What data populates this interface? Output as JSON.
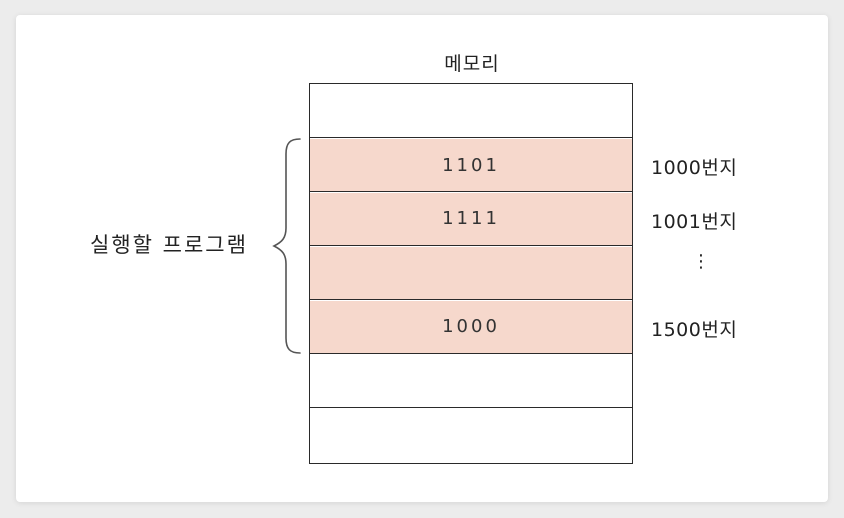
{
  "diagram": {
    "memory_title": "메모리",
    "program_label": "실행할 프로그램",
    "ellipsis": "⋮",
    "cells": [
      {
        "value": "",
        "highlighted": false
      },
      {
        "value": "1101",
        "highlighted": true
      },
      {
        "value": "1111",
        "highlighted": true
      },
      {
        "value": "",
        "highlighted": true
      },
      {
        "value": "1000",
        "highlighted": true
      },
      {
        "value": "",
        "highlighted": false
      },
      {
        "value": "",
        "highlighted": false
      }
    ],
    "addresses": [
      "1000번지",
      "1001번지",
      "1500번지"
    ],
    "colors": {
      "highlight": "#f6d8cc",
      "line": "#2a2a2a"
    }
  }
}
